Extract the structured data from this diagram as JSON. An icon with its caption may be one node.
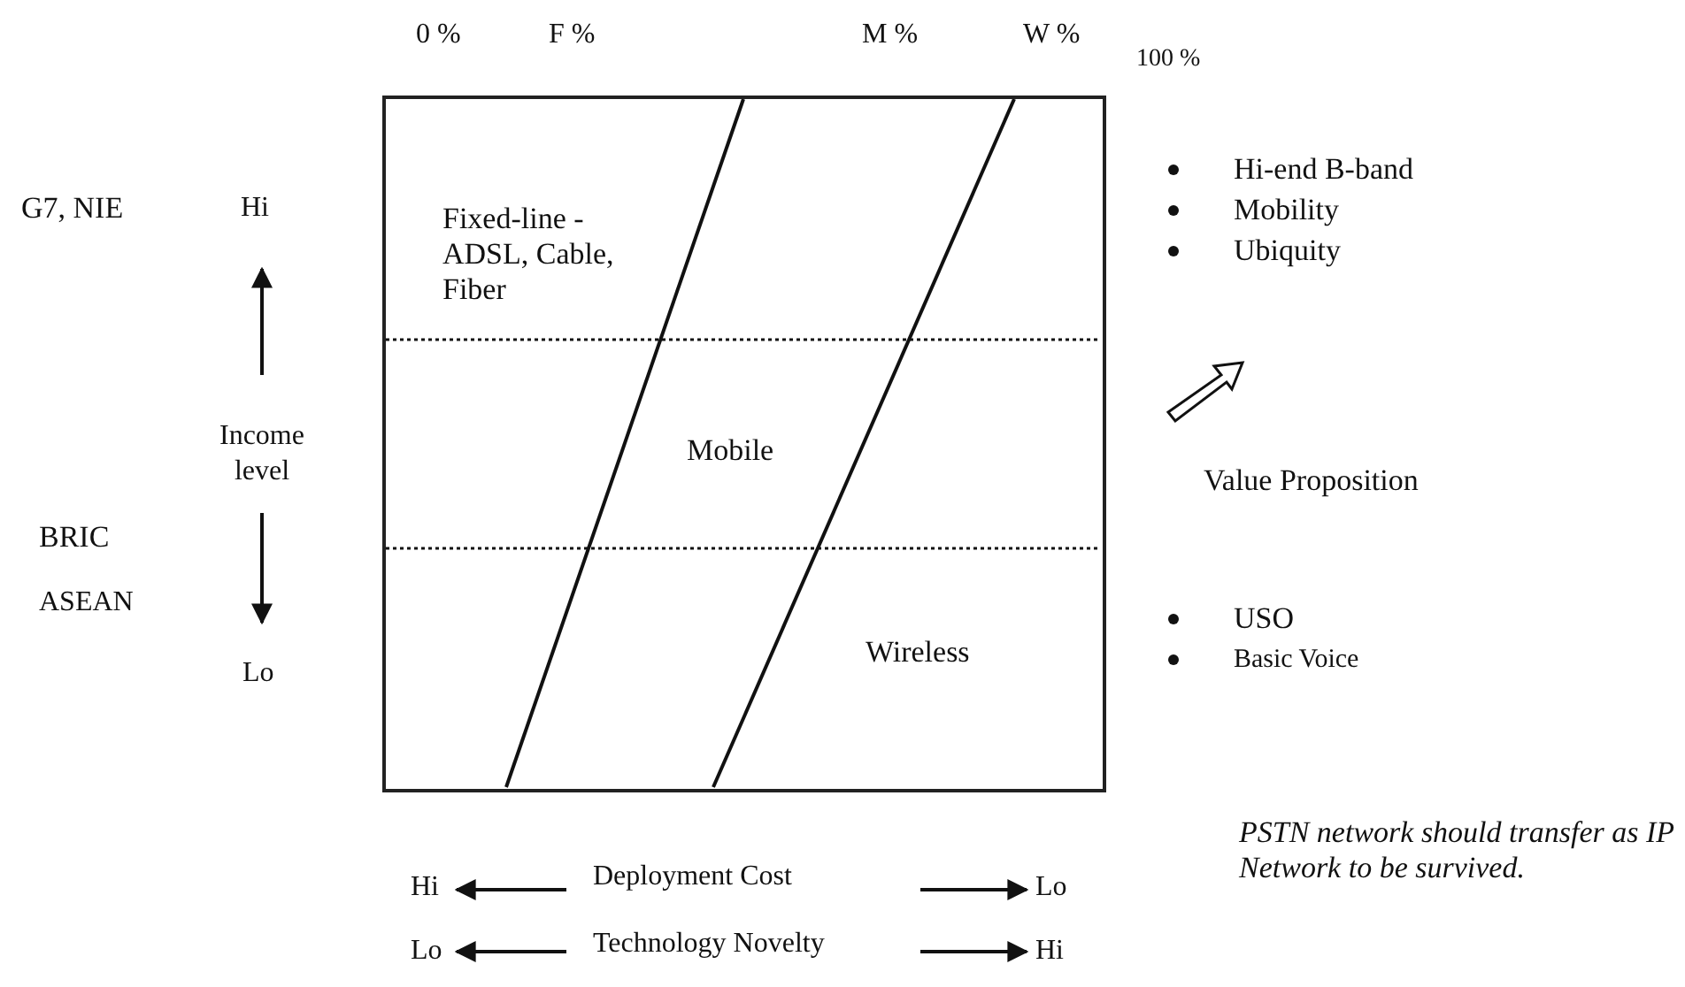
{
  "diagram": {
    "nodes": [
      {
        "text": [
          "Fixed-line -ADSL, Cable, Fiber",
          "Mobile",
          "Wireless"
        ]
      }
    ],
    "edges": [],
    "labels": [
      "0 %",
      "F %",
      "M %",
      "W %",
      "100 %",
      "G7, NIE",
      "Hi",
      "Hi-end B-band",
      "Mobility",
      "Ubiquity",
      "Income level",
      "Value Proposition",
      "BRIC",
      "ASEAN",
      "Lo",
      "USO",
      "Basic Voice",
      "PSTN network should transfer as IP Network to be survived.",
      "Hi",
      "Deployment Cost",
      "Lo",
      "Lo",
      "Technology Novelty",
      "Hi"
    ]
  }
}
